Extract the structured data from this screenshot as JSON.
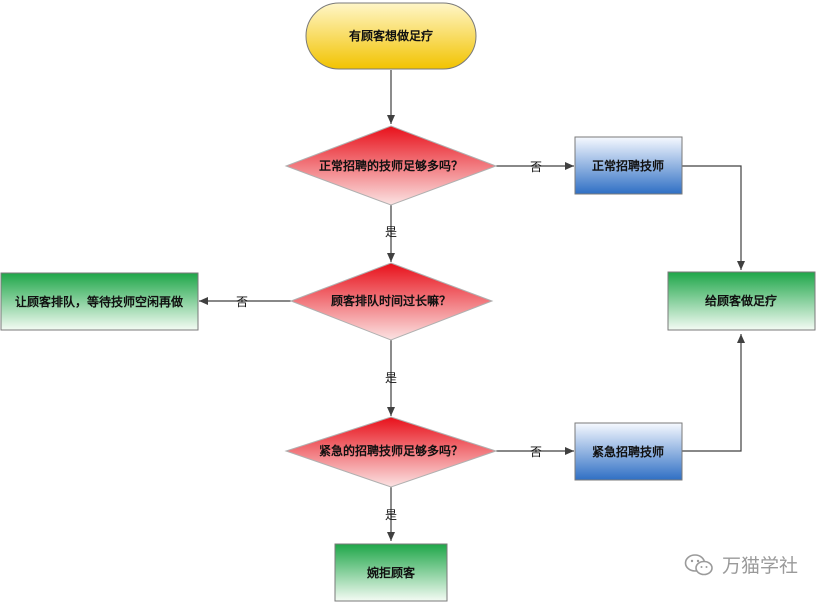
{
  "nodes": {
    "start": "有顾客想做足疗",
    "q1": "正常招聘的技师足够多吗？",
    "hire_normal": "正常招聘技师",
    "q2": "顾客排队时间过长嘛？",
    "queue": "让顾客排队，等待技师空闲再做",
    "serve": "给顾客做足疗",
    "q3": "紧急的招聘技师足够多吗？",
    "hire_urgent": "紧急招聘技师",
    "reject": "婉拒顾客"
  },
  "edges": {
    "q1_no": "否",
    "q1_yes": "是",
    "q2_no": "否",
    "q2_yes": "是",
    "q3_no": "否",
    "q3_yes": "是"
  },
  "watermark": {
    "text": "万猫学社",
    "icon": "wechat-icon"
  },
  "colors": {
    "start_fill": "#f5c800",
    "decision_fill": "#e8141e",
    "process_blue": "#2f6fc4",
    "process_green": "#1faa4a",
    "line": "#404040"
  }
}
